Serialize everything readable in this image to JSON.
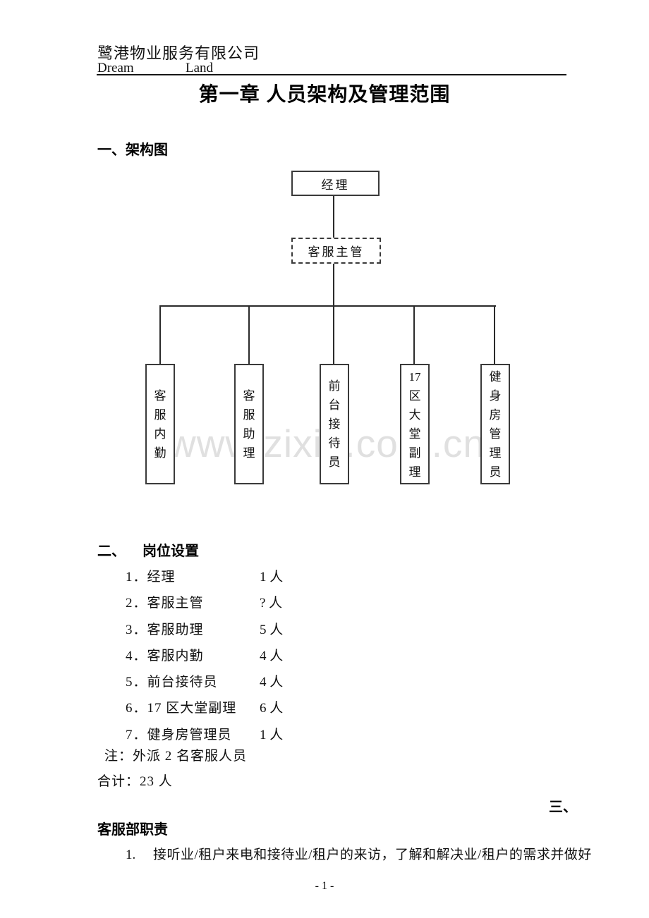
{
  "header": {
    "company_cn": "鹭港物业服务有限公司",
    "company_en_left": "Dream",
    "company_en_right": "Land"
  },
  "title": "第一章 人员架构及管理范围",
  "section1": {
    "heading": "一、架构图"
  },
  "chart": {
    "type": "org-chart",
    "root": "经理",
    "supervisor": "客服主管",
    "leaves": [
      {
        "name": "客服内勤",
        "lines": [
          "客",
          "服",
          "内",
          "勤"
        ]
      },
      {
        "name": "客服助理",
        "lines": [
          "客",
          "服",
          "助",
          "理"
        ]
      },
      {
        "name": "前台接待员",
        "lines": [
          "前",
          "台",
          "接",
          "待",
          "员"
        ]
      },
      {
        "name": "17区大堂副理",
        "lines": [
          "17",
          "区",
          "大",
          "堂",
          "副",
          "理"
        ]
      },
      {
        "name": "健身房管理员",
        "lines": [
          "健",
          "身",
          "房",
          "管",
          "理",
          "员"
        ]
      }
    ]
  },
  "watermark": "www.zixin.com.cn",
  "section2": {
    "heading_num": "二、",
    "heading_text": "岗位设置",
    "items": [
      {
        "label": "1．经理",
        "count": "1 人"
      },
      {
        "label": "2．客服主管",
        "count": "? 人"
      },
      {
        "label": "3．客服助理",
        "count": "5 人"
      },
      {
        "label": "4．客服内勤",
        "count": "4 人"
      },
      {
        "label": "5．前台接待员",
        "count": "4 人"
      },
      {
        "label": "6．17 区大堂副理",
        "count": "6 人"
      },
      {
        "label": "7．健身房管理员",
        "count": "1 人"
      }
    ],
    "note": "注：外派 2 名客服人员",
    "total": "合计：23 人"
  },
  "section3": {
    "heading_num": "三、",
    "heading_text": "客服部职责",
    "items": [
      {
        "num": "1.",
        "text": "接听业/租户来电和接待业/租户的来访，了解和解决业/租户的需求并做好"
      }
    ]
  },
  "footer": {
    "page_number": "- 1 -"
  }
}
